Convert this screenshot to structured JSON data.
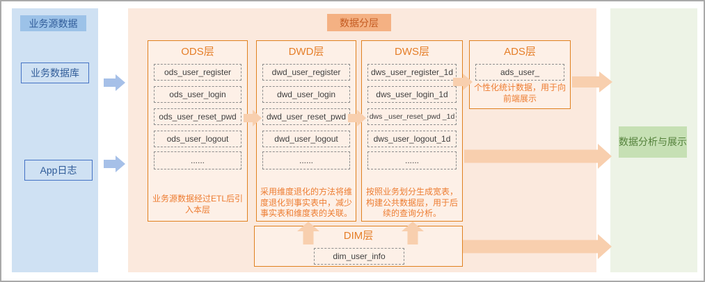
{
  "source": {
    "title": "业务源数据",
    "db_label": "业务数据库",
    "applog_label": "App日志"
  },
  "layering": {
    "title": "数据分层",
    "ods": {
      "title": "ODS层",
      "tables": [
        "ods_user_register",
        "ods_user_login",
        "ods_user_reset_pwd",
        "ods_user_logout",
        "......"
      ],
      "desc": "业务源数据经过ETL后引入本层"
    },
    "dwd": {
      "title": "DWD层",
      "tables": [
        "dwd_user_register",
        "dwd_user_login",
        "dwd_user_reset_pwd",
        "dwd_user_logout",
        "......"
      ],
      "desc": "采用维度退化的方法将维度退化到事实表中，减少事实表和维度表的关联。"
    },
    "dws": {
      "title": "DWS层",
      "tables": [
        "dws_user_register_1d",
        "dws_user_login_1d",
        "dws _user_reset_pwd _1d",
        "dws_user_logout_1d",
        "......"
      ],
      "desc": "按照业务划分生成宽表，构建公共数据层，用于后续的查询分析。"
    },
    "ads": {
      "title": "ADS层",
      "tables": [
        "ads_user_"
      ],
      "desc": "个性化统计数据，用于向前端展示"
    },
    "dim": {
      "title": "DIM层",
      "tables": [
        "dim_user_info"
      ]
    }
  },
  "output": {
    "label": "数据分析与展示"
  },
  "colors": {
    "source_panel_bg": "#cfe1f3",
    "source_title_bg": "#9cc2e8",
    "source_text": "#2f5b98",
    "source_border": "#4472c4",
    "blue_arrow": "#a6c0e8",
    "layering_panel_bg": "#fbe9dd",
    "layering_title_bg": "#f4b183",
    "layer_border": "#e0811f",
    "layer_desc_text": "#ed7c31",
    "orange_arrow": "#f8cfae",
    "output_panel_bg": "#edf3e6",
    "output_label_bg": "#c6e0b4",
    "output_text": "#54813b"
  }
}
